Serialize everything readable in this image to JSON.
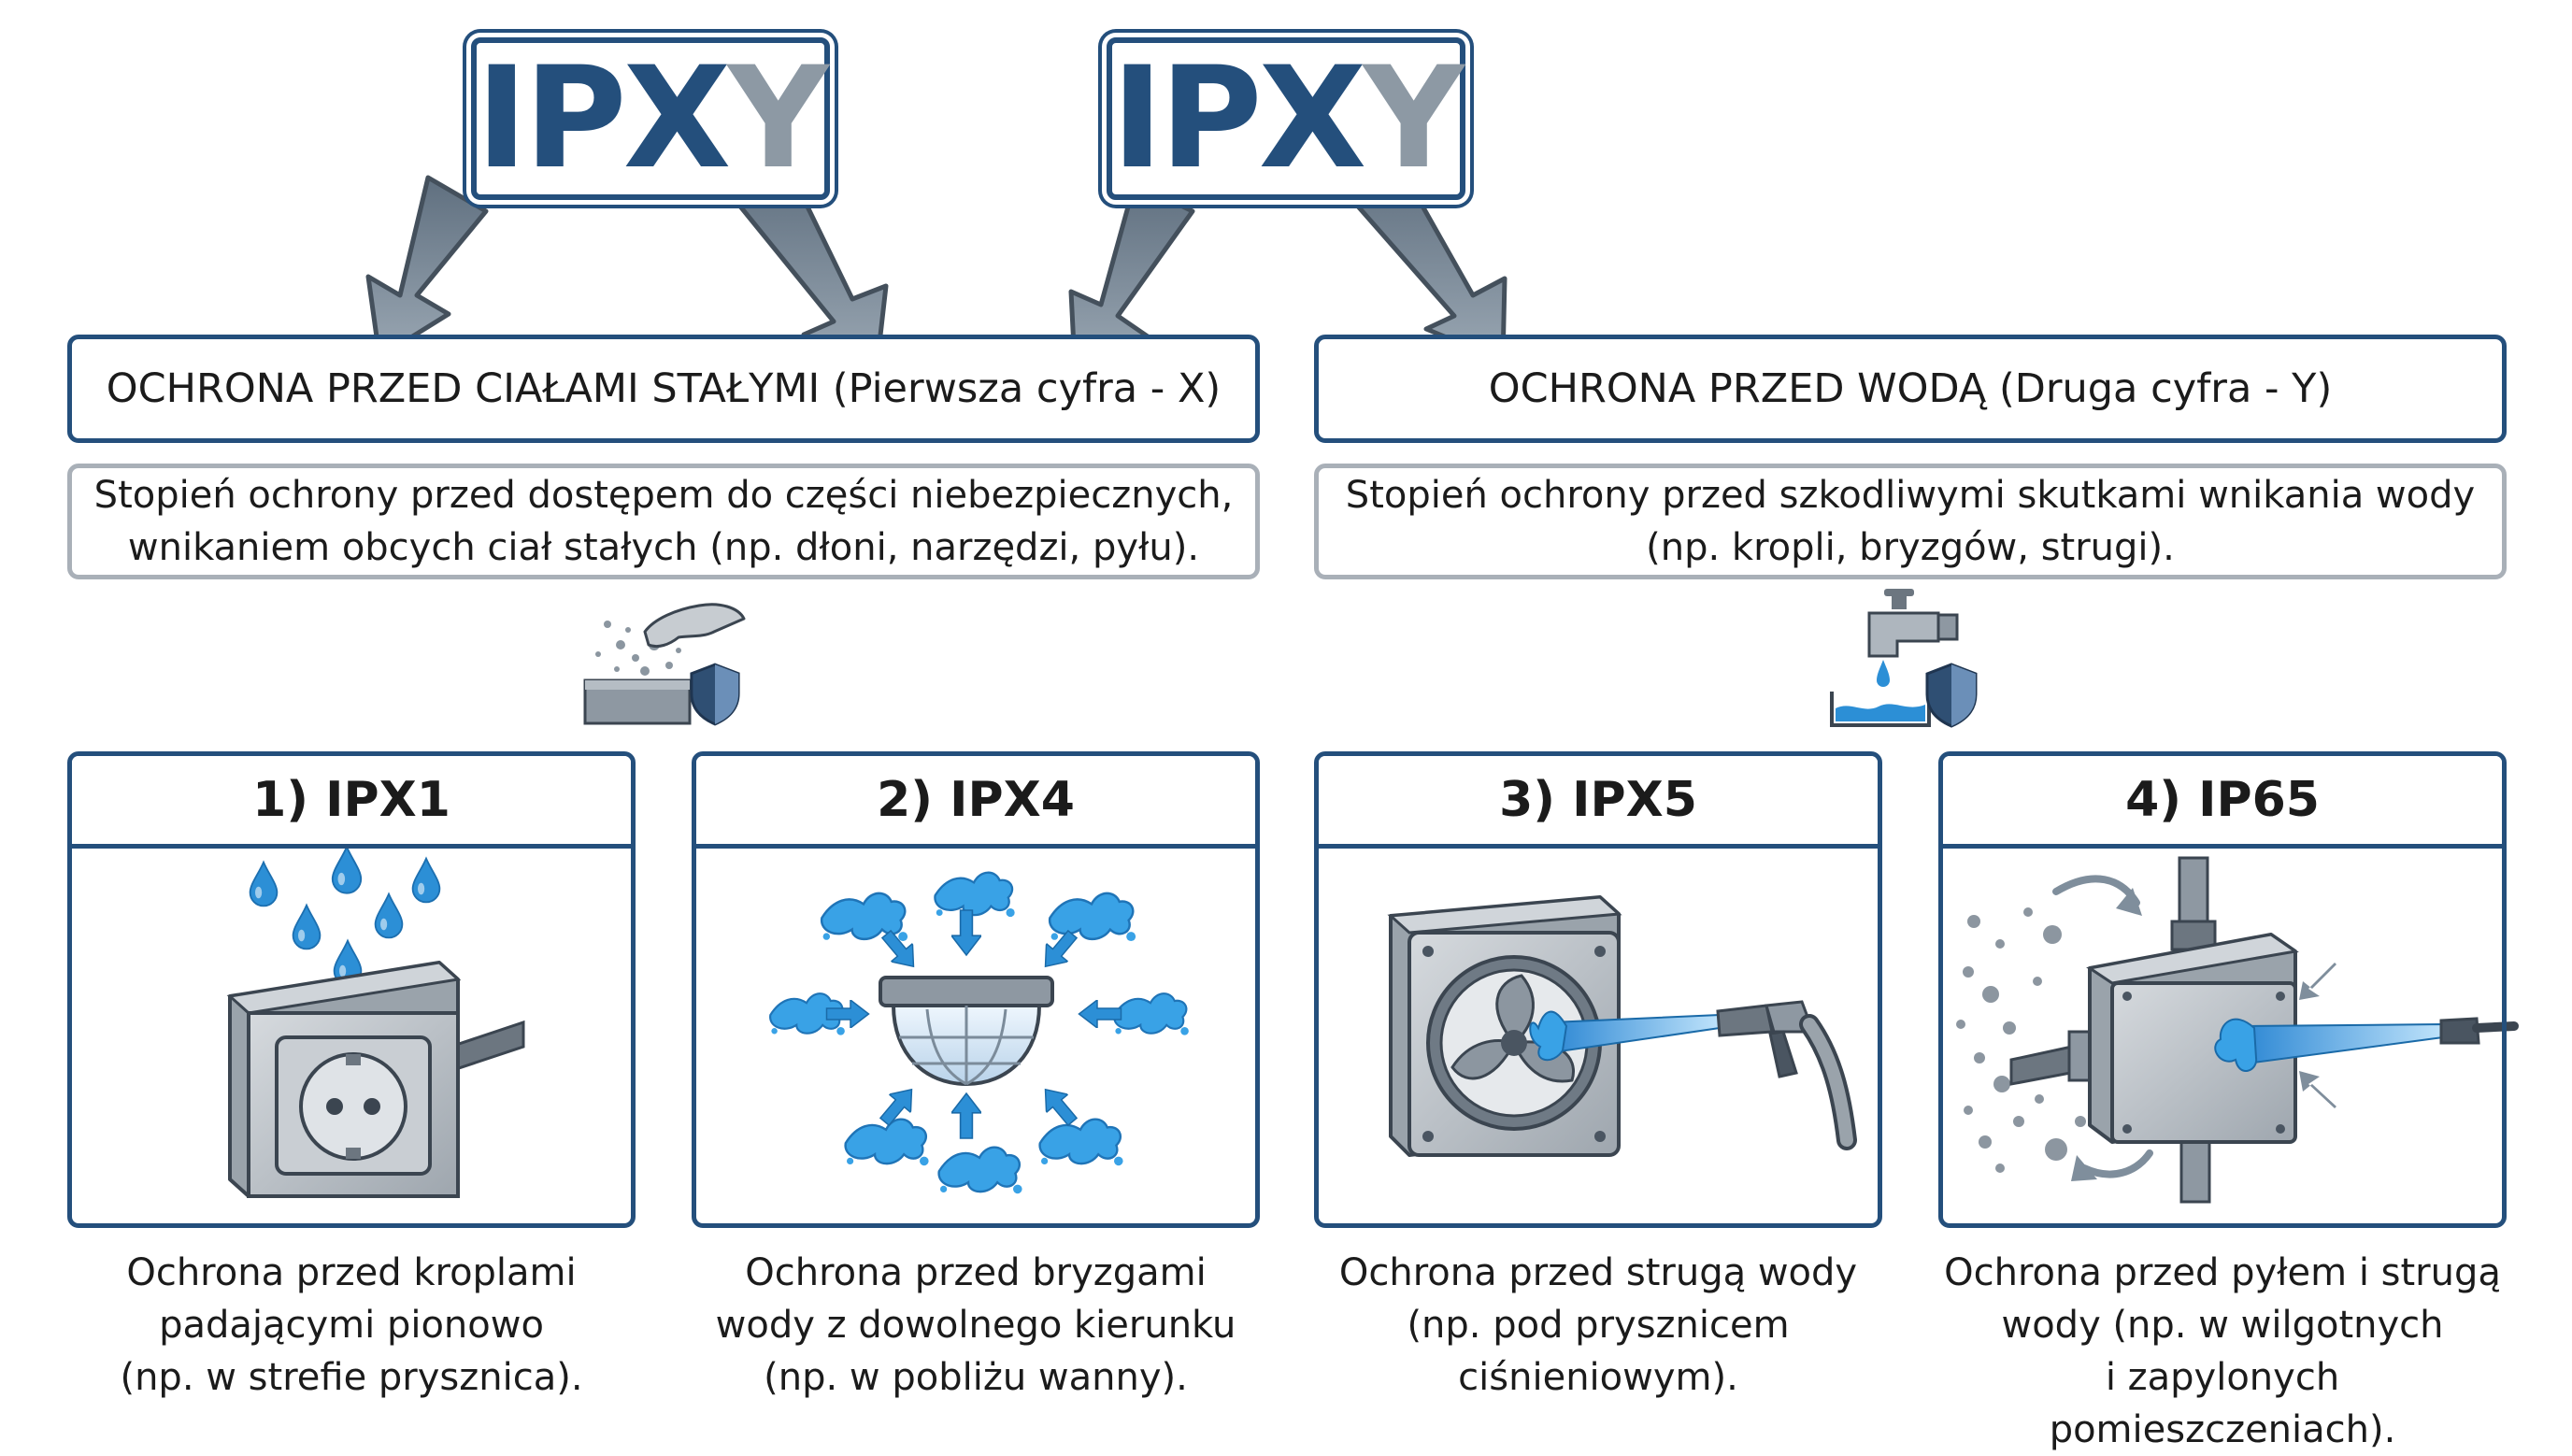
{
  "code_boxes": [
    {
      "dark": "IPX",
      "grey": "Y"
    },
    {
      "dark": "IPX",
      "grey": "Y"
    }
  ],
  "categories": [
    {
      "title": "OCHRONA PRZED CIAŁAMI STAŁYMI (Pierwsza cyfra - X)",
      "desc_lines": [
        "Stopień ochrony przed dostępem do części niebezpiecznych,",
        "wnikaniem obcych ciał stałych (np. dłoni, narzędzi, pyłu)."
      ],
      "icon": "hand-dust-shield-icon"
    },
    {
      "title": "OCHRONA PRZED WODĄ (Druga cyfra - Y)",
      "desc_lines": [
        "Stopień ochrony przed szkodliwymi skutkami wnikania wody",
        "(np. kropli, bryzgów, strugi)."
      ],
      "icon": "water-tap-shield-icon"
    }
  ],
  "cards": [
    {
      "title": "1) IPX1",
      "icon": "wall-socket-dripping-water-icon",
      "caption": [
        "Ochrona przed kroplami",
        "padającymi pionowo",
        "(np. w strefie prysznica)."
      ]
    },
    {
      "title": "2) IPX4",
      "icon": "ceiling-lamp-splashes-icon",
      "caption": [
        "Ochrona przed bryzgami",
        "wody z dowolnego kierunku",
        "(np. w pobliżu wanny)."
      ]
    },
    {
      "title": "3) IPX5",
      "icon": "extractor-fan-water-jet-icon",
      "caption": [
        "Ochrona przed strugą wody",
        "(np. pod prysznicem",
        "ciśnieniowym)."
      ]
    },
    {
      "title": "4) IP65",
      "icon": "junction-box-dust-jet-icon",
      "caption": [
        "Ochrona przed pyłem i strugą",
        "wody (np. w wilgotnych",
        "i zapylonych pomieszczeniach)."
      ]
    }
  ],
  "colors": {
    "navy": "#244f7c",
    "grey_letter": "#8d99a4",
    "arrow_fill": "#7f8e9c",
    "water_blue": "#2c8fd6",
    "device_grey": "#bcc2c8"
  }
}
